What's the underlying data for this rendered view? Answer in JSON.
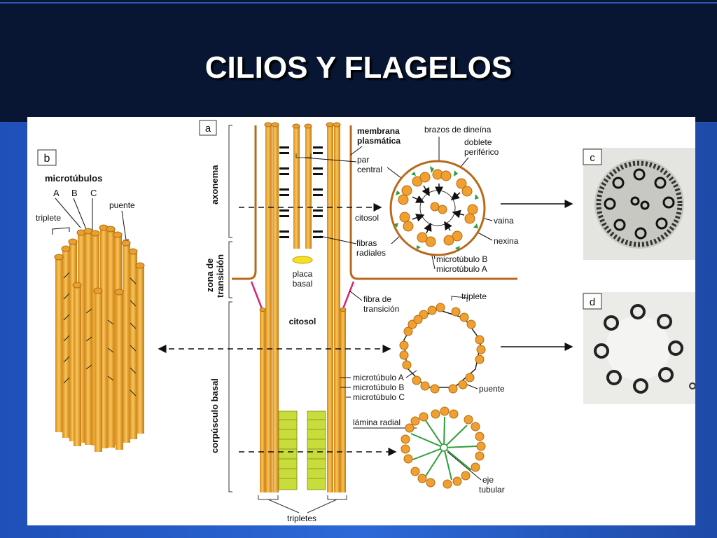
{
  "slide": {
    "title": "CILIOS Y FLAGELOS",
    "colors": {
      "background": "#0a1a3c",
      "accent": "#2c69d8",
      "tubule": "#f0b030",
      "tubule_edge": "#c07a10",
      "membrane": "#b86a1c",
      "transition_fiber": "#d0287a",
      "radial_spoke": "#2e9e3a",
      "lamina": "#c8dc3c"
    }
  },
  "panel_b": {
    "letter": "b",
    "title": "microtúbulos",
    "labels": {
      "a": "A",
      "b": "B",
      "c": "C"
    },
    "triplete": "triplete",
    "puente": "puente"
  },
  "panel_a": {
    "letter": "a",
    "side": {
      "axonema": "axonema",
      "zona_1": "zona de",
      "zona_2": "transición",
      "corpusculo": "corpúsculo basal"
    },
    "labels": {
      "membrana_1": "membrana",
      "membrana_2": "plasmática",
      "par_1": "par",
      "par_2": "central",
      "brazos": "brazos de dineína",
      "doblete_1": "doblete",
      "doblete_2": "periférico",
      "citosol_top": "citosol",
      "vaina": "vaina",
      "nexina": "nexina",
      "fibras_1": "fibras",
      "fibras_2": "radiales",
      "micro_b": "microtúbulo  B",
      "micro_a": "microtúbulo  A",
      "placa_1": "placa",
      "placa_2": "basal",
      "citosol_mid": "citosol",
      "fibra_1": "fibra de",
      "fibra_2": "transición",
      "triplete": "triplete",
      "ma": "microtúbulo A",
      "mb": "microtúbulo B",
      "mc": "microtúbulo C",
      "puente": "puente",
      "lamina": "lámina radial",
      "eje_1": "eje",
      "eje_2": "tubular",
      "tripletes": "tripletes"
    }
  },
  "panel_c": {
    "letter": "c"
  },
  "panel_d": {
    "letter": "d"
  }
}
